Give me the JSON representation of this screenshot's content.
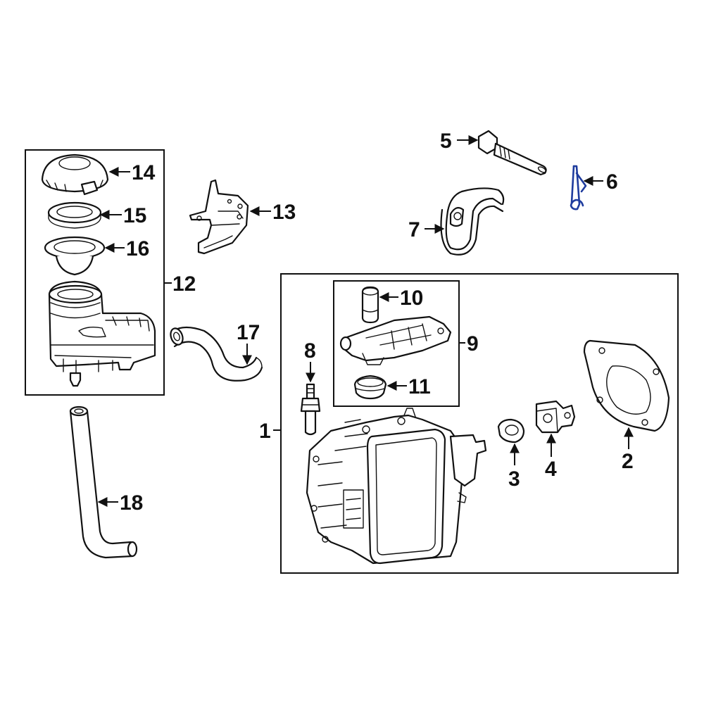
{
  "highlight_color": "#1f3c9e",
  "line_color": "#111111",
  "callouts": {
    "c1": "1",
    "c2": "2",
    "c3": "3",
    "c4": "4",
    "c5": "5",
    "c6": "6",
    "c7": "7",
    "c8": "8",
    "c9": "9",
    "c10": "10",
    "c11": "11",
    "c12": "12",
    "c13": "13",
    "c14": "14",
    "c15": "15",
    "c16": "16",
    "c17": "17",
    "c18": "18"
  },
  "highlighted_part": "6"
}
